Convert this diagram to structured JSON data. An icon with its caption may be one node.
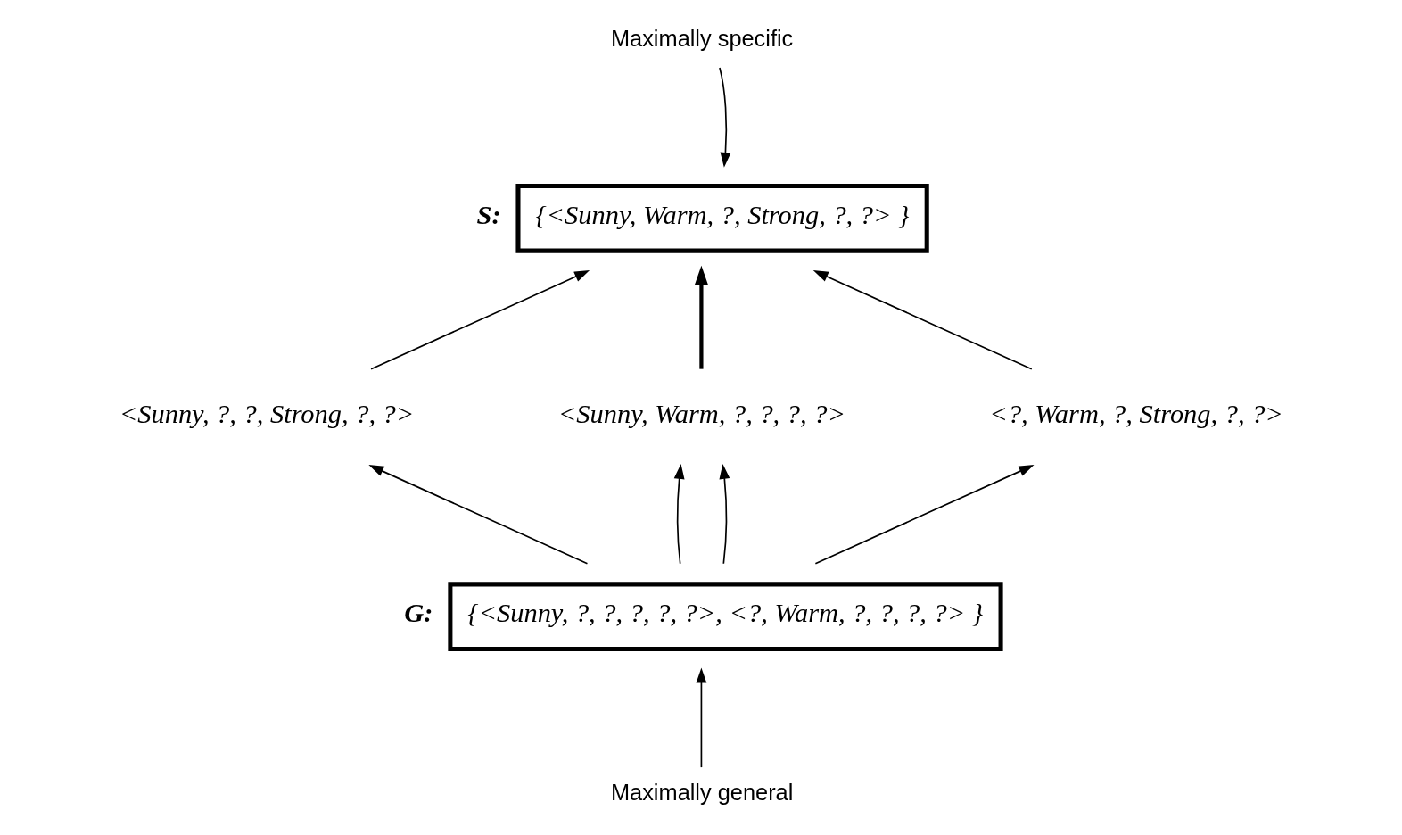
{
  "diagram": {
    "nodes": [
      {
        "text": [
          "Maximally specific"
        ]
      },
      {
        "text": [
          "{<Sunny, Warm, ?, Strong, ?, ?> }"
        ],
        "beside": [
          "S:"
        ]
      },
      {
        "text": [
          "<Sunny, ?, ?, Strong, ?, ?>"
        ]
      },
      {
        "text": [
          "<Sunny, Warm, ?, ?, ?, ?>"
        ]
      },
      {
        "text": [
          "<?, Warm, ?, Strong, ?, ?>"
        ]
      },
      {
        "text": [
          "{<Sunny, ?, ?, ?, ?, ?>, <?, Warm, ?, ?, ?, ?> }"
        ],
        "beside": [
          "G:"
        ]
      },
      {
        "text": [
          "Maximally general"
        ]
      }
    ],
    "edges": [
      {
        "from": 0,
        "to": 1,
        "arrow": "to"
      },
      {
        "from": 2,
        "to": 1,
        "arrow": "to"
      },
      {
        "from": 3,
        "to": 1,
        "arrow": "to",
        "style": "thick"
      },
      {
        "from": 4,
        "to": 1,
        "arrow": "to"
      },
      {
        "from": 5,
        "to": 2,
        "arrow": "to"
      },
      {
        "from": 5,
        "to": 3,
        "arrow": "to"
      },
      {
        "from": 5,
        "to": 3,
        "arrow": "to"
      },
      {
        "from": 5,
        "to": 4,
        "arrow": "to"
      },
      {
        "from": 6,
        "to": 5,
        "arrow": "to"
      }
    ]
  }
}
